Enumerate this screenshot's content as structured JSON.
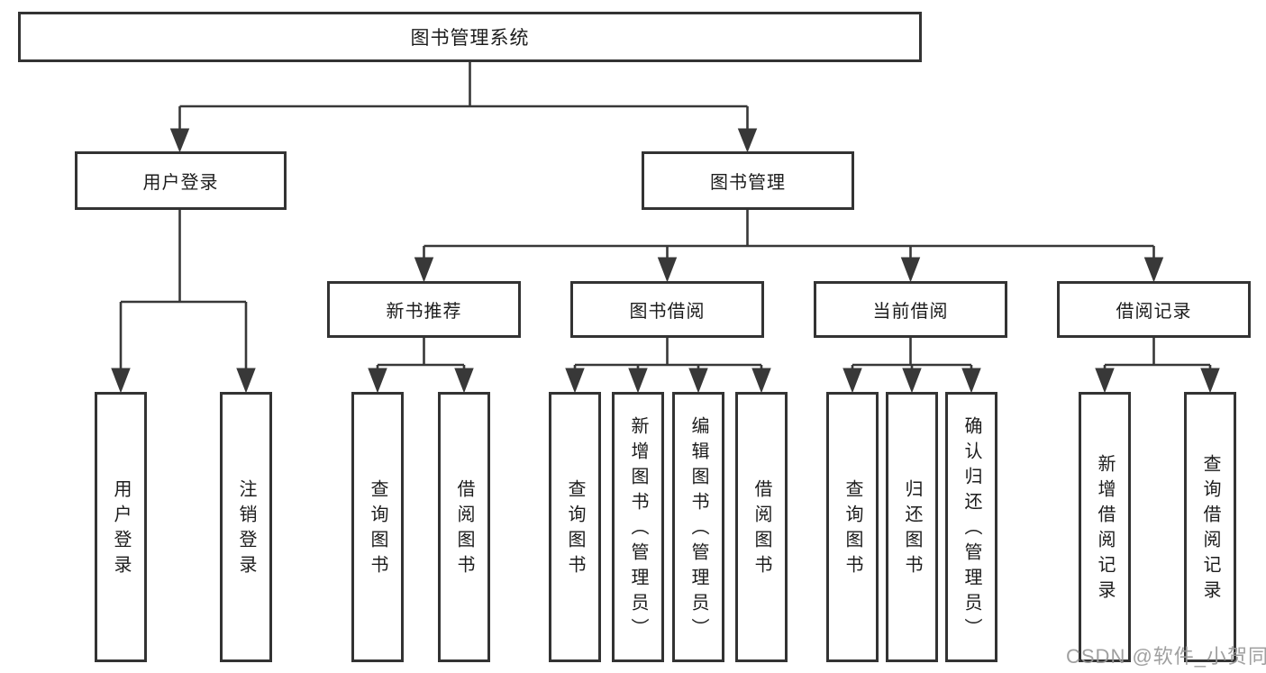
{
  "tree": {
    "label": "图书管理系统",
    "children": [
      {
        "label": "用户登录",
        "children": [
          {
            "label": "用户登录"
          },
          {
            "label": "注销登录"
          }
        ]
      },
      {
        "label": "图书管理",
        "children": [
          {
            "label": "新书推荐",
            "children": [
              {
                "label": "查询图书"
              },
              {
                "label": "借阅图书"
              }
            ]
          },
          {
            "label": "图书借阅",
            "children": [
              {
                "label": "查询图书"
              },
              {
                "label": "新增图书（管理员）"
              },
              {
                "label": "编辑图书（管理员）"
              },
              {
                "label": "借阅图书"
              }
            ]
          },
          {
            "label": "当前借阅",
            "children": [
              {
                "label": "查询图书"
              },
              {
                "label": "归还图书"
              },
              {
                "label": "确认归还（管理员）"
              }
            ]
          },
          {
            "label": "借阅记录",
            "children": [
              {
                "label": "新增借阅记录"
              },
              {
                "label": "查询借阅记录"
              }
            ]
          }
        ]
      }
    ]
  },
  "watermark": {
    "text": "CSDN @软件_小贺同学"
  },
  "colors": {
    "background": "#ffffff",
    "box_border": "#333333",
    "connector_line": "#383838",
    "text": "#1c1c1c",
    "watermark": "#989898"
  }
}
